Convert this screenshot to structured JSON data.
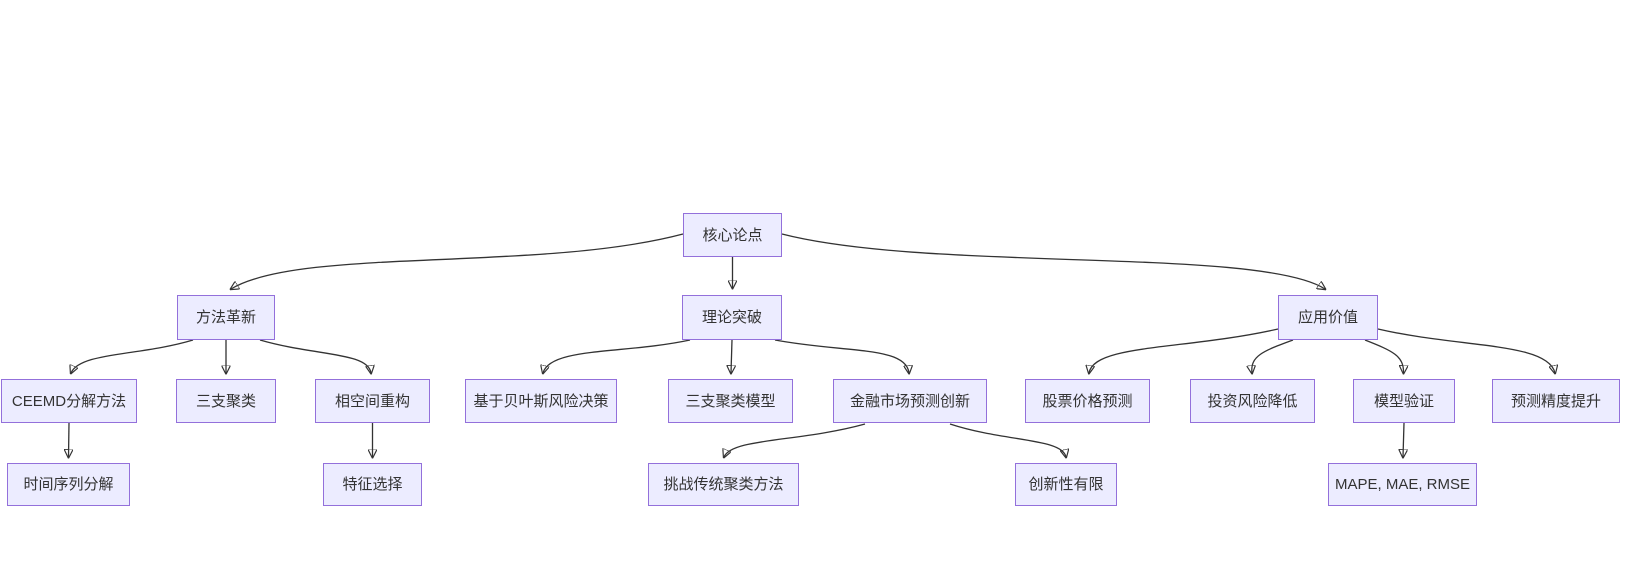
{
  "diagram": {
    "type": "flowchart",
    "direction": "top-down",
    "colors": {
      "background": "#ffffff",
      "node_fill": "#ECECFF",
      "node_border": "#9370DB",
      "edge": "#333333",
      "text": "#333333"
    },
    "nodes": {
      "core_thesis": {
        "label": "核心论点"
      },
      "method_innovation": {
        "label": "方法革新"
      },
      "theory_breakthrough": {
        "label": "理论突破"
      },
      "application_value": {
        "label": "应用价值"
      },
      "ceemd": {
        "label": "CEEMD分解方法"
      },
      "three_way_clustering": {
        "label": "三支聚类"
      },
      "phase_space": {
        "label": "相空间重构"
      },
      "bayesian_risk": {
        "label": "基于贝叶斯风险决策"
      },
      "three_way_model": {
        "label": "三支聚类模型"
      },
      "financial_innovation": {
        "label": "金融市场预测创新"
      },
      "stock_prediction": {
        "label": "股票价格预测"
      },
      "risk_reduction": {
        "label": "投资风险降低"
      },
      "model_validation": {
        "label": "模型验证"
      },
      "accuracy_improvement": {
        "label": "预测精度提升"
      },
      "time_series_decomposition": {
        "label": "时间序列分解"
      },
      "feature_selection": {
        "label": "特征选择"
      },
      "challenge_traditional": {
        "label": "挑战传统聚类方法"
      },
      "limited_innovation": {
        "label": "创新性有限"
      },
      "metrics": {
        "label": "MAPE, MAE, RMSE"
      }
    },
    "edges": [
      {
        "from": "core_thesis",
        "to": "method_innovation"
      },
      {
        "from": "core_thesis",
        "to": "theory_breakthrough"
      },
      {
        "from": "core_thesis",
        "to": "application_value"
      },
      {
        "from": "method_innovation",
        "to": "ceemd"
      },
      {
        "from": "method_innovation",
        "to": "three_way_clustering"
      },
      {
        "from": "method_innovation",
        "to": "phase_space"
      },
      {
        "from": "theory_breakthrough",
        "to": "bayesian_risk"
      },
      {
        "from": "theory_breakthrough",
        "to": "three_way_model"
      },
      {
        "from": "theory_breakthrough",
        "to": "financial_innovation"
      },
      {
        "from": "application_value",
        "to": "stock_prediction"
      },
      {
        "from": "application_value",
        "to": "risk_reduction"
      },
      {
        "from": "application_value",
        "to": "model_validation"
      },
      {
        "from": "application_value",
        "to": "accuracy_improvement"
      },
      {
        "from": "ceemd",
        "to": "time_series_decomposition"
      },
      {
        "from": "phase_space",
        "to": "feature_selection"
      },
      {
        "from": "financial_innovation",
        "to": "challenge_traditional"
      },
      {
        "from": "financial_innovation",
        "to": "limited_innovation"
      },
      {
        "from": "model_validation",
        "to": "metrics"
      }
    ]
  }
}
